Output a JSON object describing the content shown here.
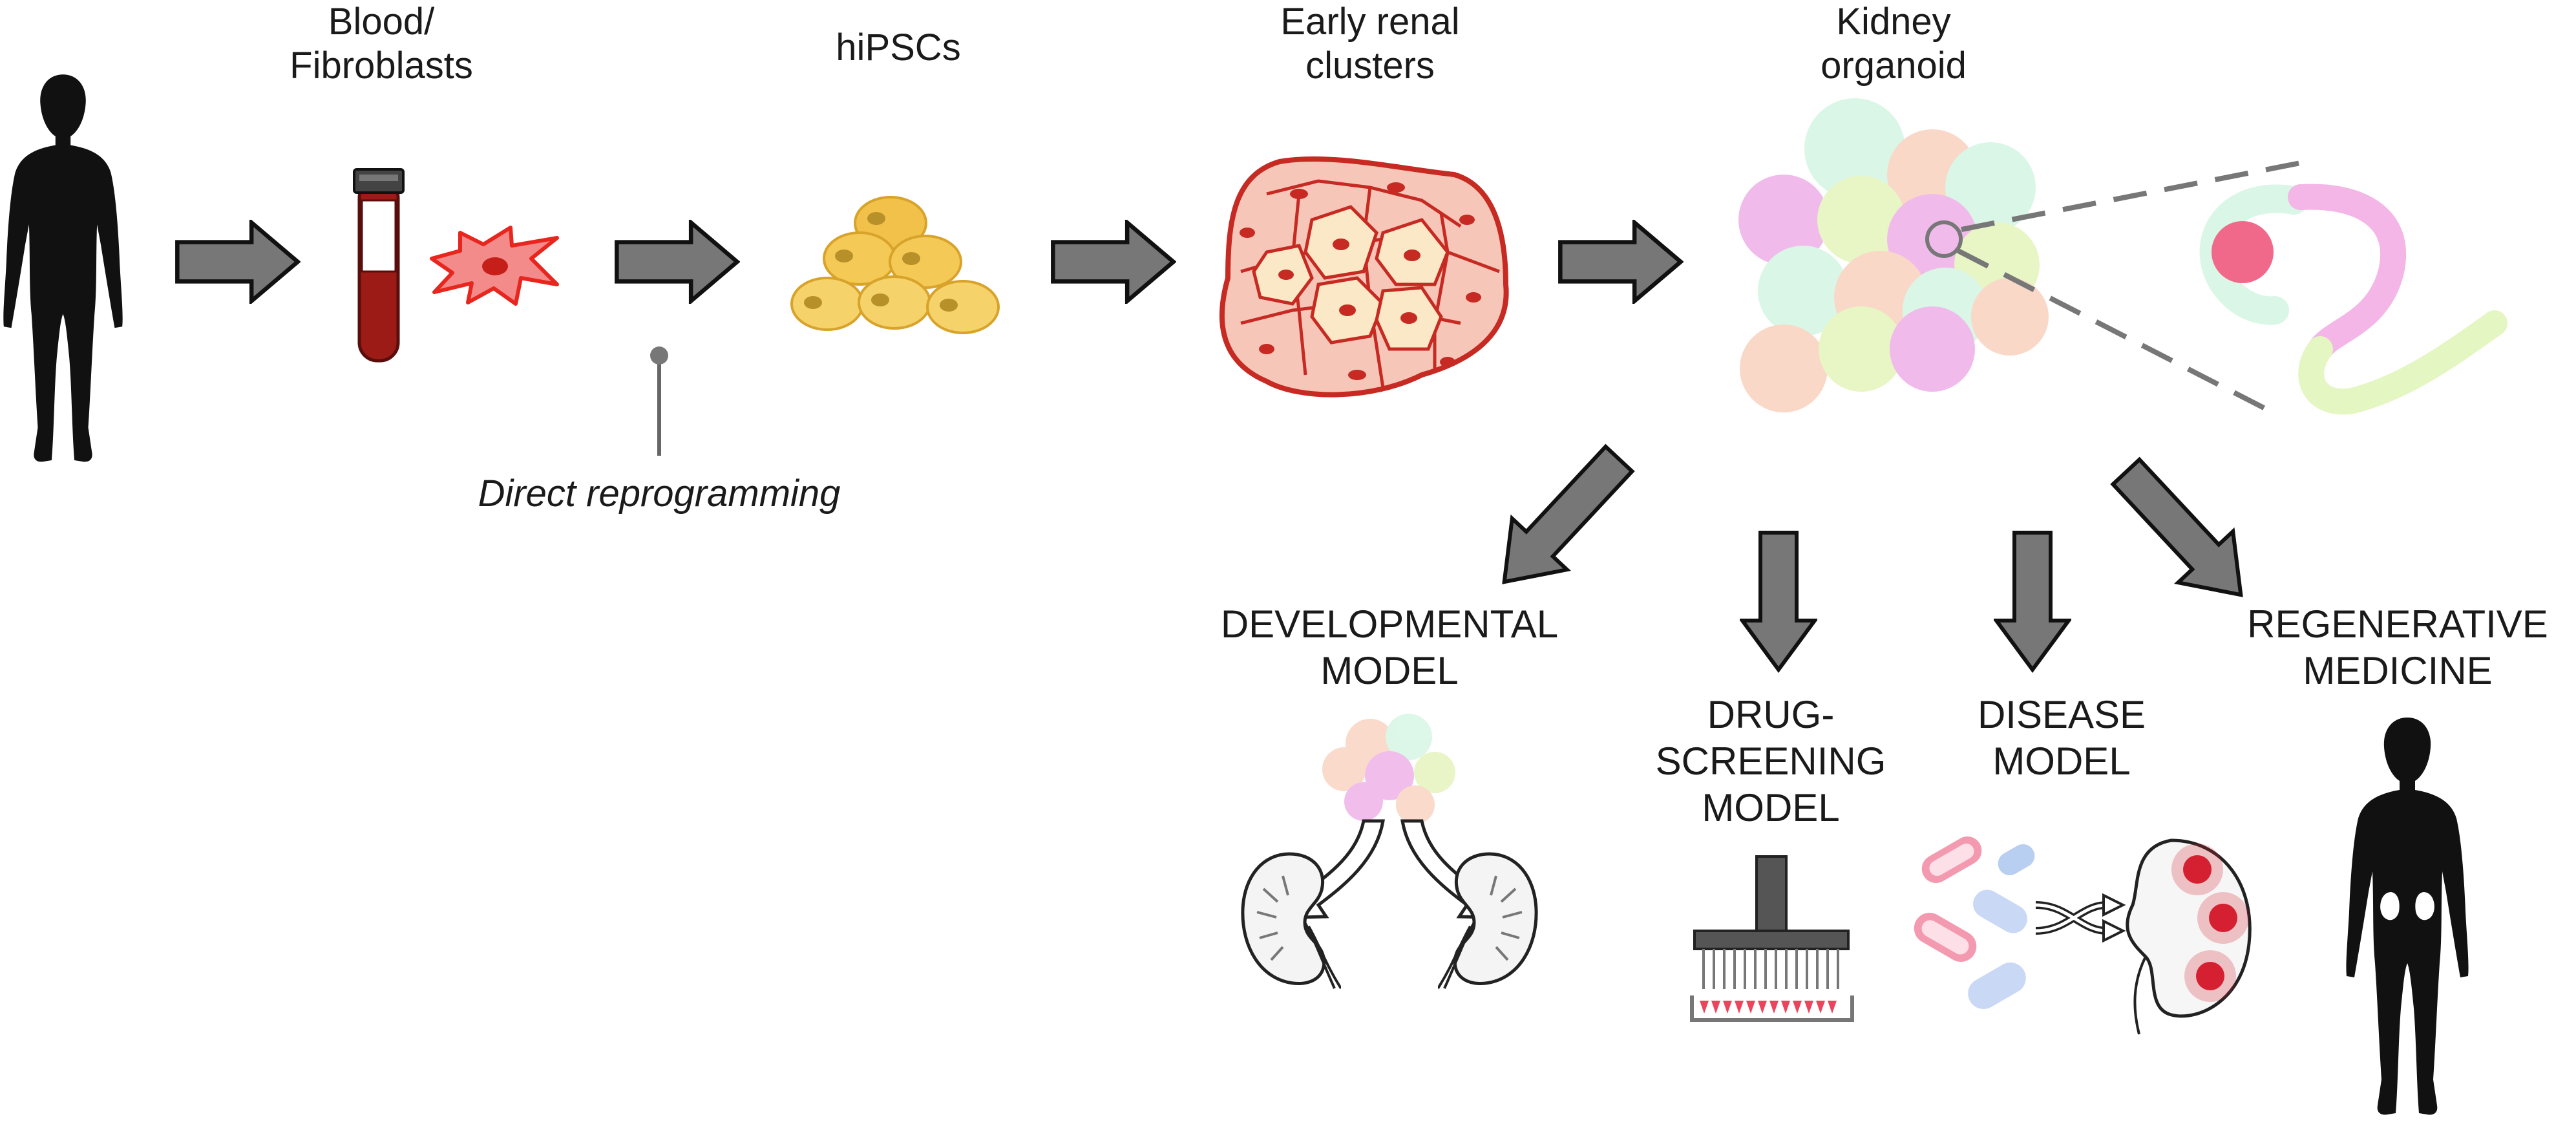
{
  "colors": {
    "arrow_fill": "#777777",
    "arrow_stroke": "#111111",
    "silhouette": "#111111",
    "blood": "#9c1b16",
    "fibroblast": "#f48b8b",
    "fibroblast_edge": "#e8261e",
    "hipsc": "#f2c14a",
    "renal_cluster_edge": "#c62a22",
    "renal_cluster_fill": "#f6c7b9",
    "organoid_green": "#d9f6e6",
    "organoid_pink": "#f0b8ea",
    "organoid_peach": "#f9d6c6",
    "organoid_lime": "#e7f5c2",
    "tubule_pink": "#f3b6e6",
    "tubule_lime": "#e4f6c2",
    "glomerulus": "#f1698a",
    "well_red": "#e8465c"
  },
  "stages": [
    {
      "key": "source",
      "label_lines": [
        "Blood/",
        "Fibroblasts"
      ]
    },
    {
      "key": "hipsc",
      "label_lines": [
        "hiPSCs"
      ]
    },
    {
      "key": "renal",
      "label_lines": [
        "Early renal",
        "clusters"
      ]
    },
    {
      "key": "organoid",
      "label_lines": [
        "Kidney",
        "organoid"
      ]
    }
  ],
  "annotation": "Direct reprogramming",
  "applications": [
    {
      "key": "developmental",
      "label_lines": [
        "DEVELOPMENTAL",
        "MODEL"
      ],
      "icon": "organoid-to-kidney-icon"
    },
    {
      "key": "drug",
      "label_lines": [
        "DRUG-",
        "SCREENING",
        "MODEL"
      ],
      "icon": "pipette-plate-icon"
    },
    {
      "key": "disease",
      "label_lines": [
        "DISEASE",
        "MODEL"
      ],
      "icon": "capsule-kidney-icon"
    },
    {
      "key": "regenerative",
      "label_lines": [
        "REGENERATIVE",
        "MEDICINE"
      ],
      "icon": "person-with-kidneys-icon"
    }
  ]
}
